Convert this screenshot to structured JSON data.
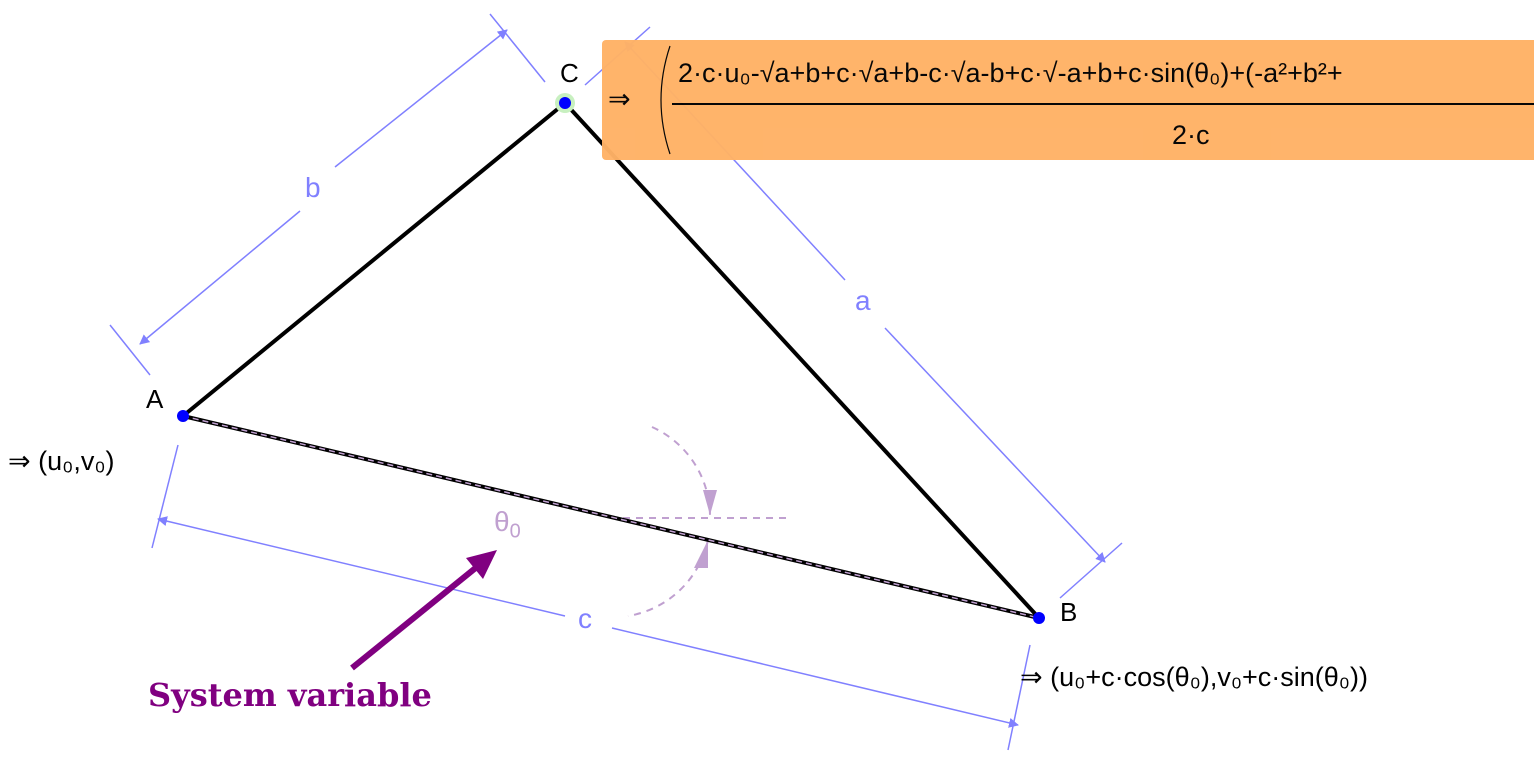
{
  "points": {
    "A": "A",
    "B": "B",
    "C": "C"
  },
  "dimensions": {
    "a": "a",
    "b": "b",
    "c": "c"
  },
  "angle": {
    "symbol": "θ",
    "subscript": "0"
  },
  "formulas": {
    "A": "⇒ (u₀,v₀)",
    "B": "⇒ (u₀+c·cos(θ₀),v₀+c·sin(θ₀))",
    "C_numerator": "2·c·u₀-√a+b+c·√a+b-c·√a-b+c·√-a+b+c·sin(θ₀)+(-a²+b²+",
    "C_denominator": "2·c",
    "C_prefix": "⇒"
  },
  "annotation": "System variable",
  "colors": {
    "dimension": "#8080ff",
    "angle": "#c0a0d0",
    "annotation": "#800080",
    "highlight": "#ffb266",
    "point": "#0000ff"
  }
}
